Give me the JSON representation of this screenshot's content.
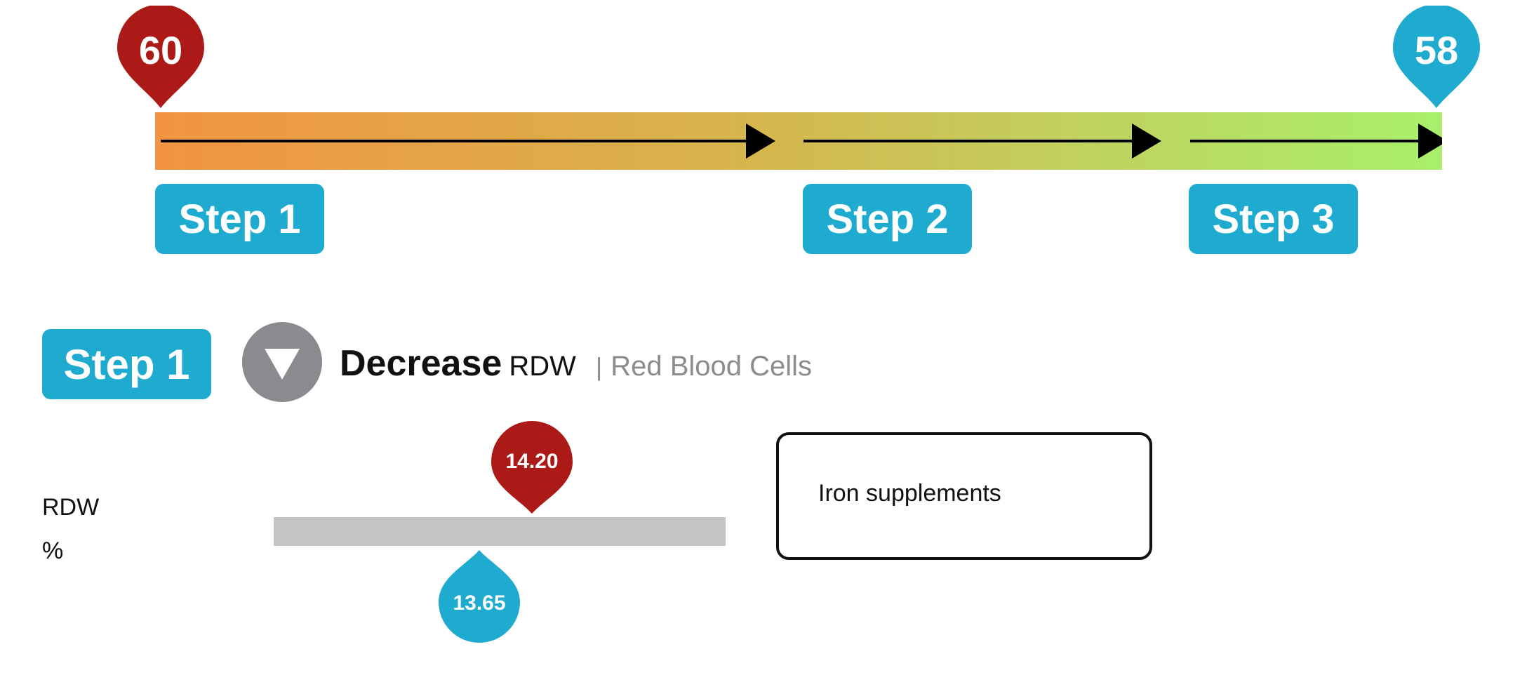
{
  "progress": {
    "start_score": "60",
    "end_score": "58",
    "start_color": "#ab1a17",
    "end_color": "#1eabcf",
    "gradient_start_color": "#f29442",
    "gradient_end_color": "#a8f06c",
    "steps": [
      {
        "label": "Step 1"
      },
      {
        "label": "Step 2"
      },
      {
        "label": "Step 3"
      }
    ]
  },
  "current_step": {
    "label": "Step 1",
    "direction_icon": "triangle-down-icon",
    "action": "Decrease",
    "metric": "RDW",
    "separator": "|",
    "category": "Red Blood Cells"
  },
  "metric_row": {
    "name": "RDW",
    "unit": "%",
    "current_value": "14.20",
    "target_value": "13.65",
    "current_color": "#ab1a17",
    "target_color": "#1eabcf"
  },
  "recommendation": {
    "text": "Iron supplements"
  }
}
